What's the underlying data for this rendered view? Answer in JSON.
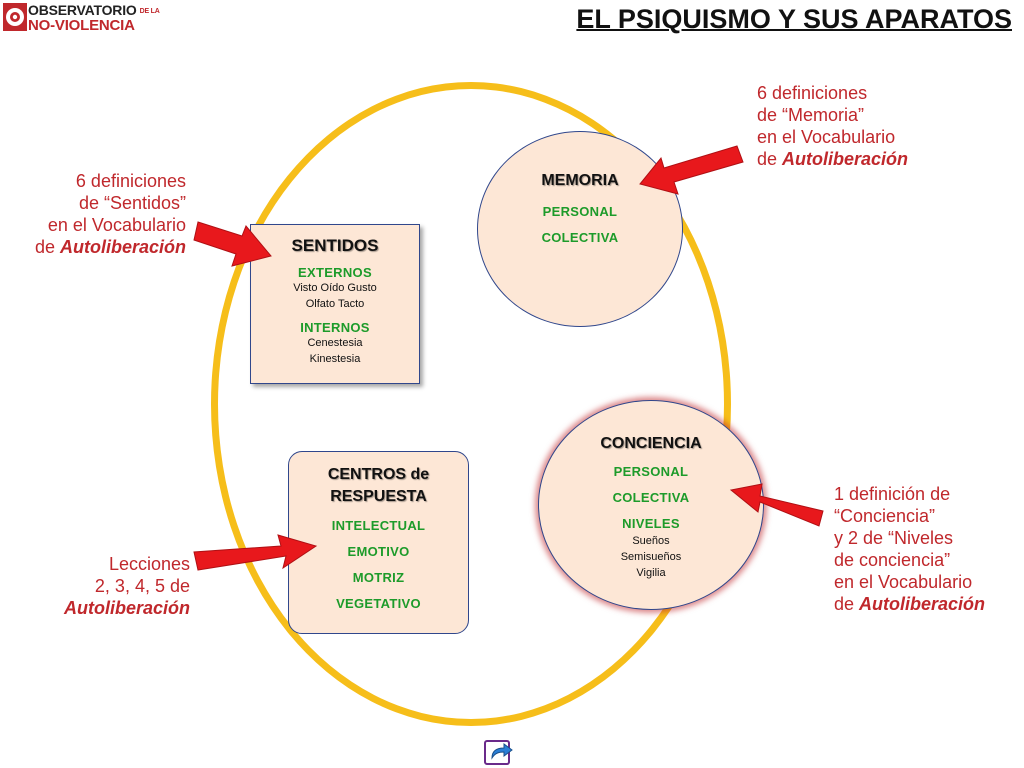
{
  "logo": {
    "line1": "OBSERVATORIO",
    "line1_small": "DE LA",
    "line2": "NO-VIOLENCIA"
  },
  "title": "EL PSIQUISMO Y SUS APARATOS",
  "sentidos": {
    "header": "SENTIDOS",
    "externos": "EXTERNOS",
    "externos_items_1": "Visto Oído Gusto",
    "externos_items_2": "Olfato Tacto",
    "internos": "INTERNOS",
    "internos_items_1": "Cenestesia",
    "internos_items_2": "Kinestesia"
  },
  "memoria": {
    "header": "MEMORIA",
    "item1": "PERSONAL",
    "item2": "COLECTIVA"
  },
  "centros": {
    "header_line1": "CENTROS de",
    "header_line2": "RESPUESTA",
    "items": [
      "INTELECTUAL",
      "EMOTIVO",
      "MOTRIZ",
      "VEGETATIVO"
    ]
  },
  "conciencia": {
    "header": "CONCIENCIA",
    "item1": "PERSONAL",
    "item2": "COLECTIVA",
    "item3": "NIVELES",
    "levels": [
      "Sueños",
      "Semisueños",
      "Vigilia"
    ]
  },
  "notes": {
    "sentidos": {
      "l1": "6 definiciones",
      "l2": "de “Sentidos”",
      "l3": "en el Vocabulario",
      "l4_pre": "de ",
      "l4_em": "Autoliberación"
    },
    "memoria": {
      "l1": "6 definiciones",
      "l2": "de “Memoria”",
      "l3": "en el Vocabulario",
      "l4_pre": "de ",
      "l4_em": "Autoliberación"
    },
    "centros": {
      "l1": "Lecciones",
      "l2": "2, 3, 4, 5 de",
      "l3_em": "Autoliberación"
    },
    "conciencia": {
      "l1": "1 definición de",
      "l2": "“Conciencia”",
      "l3": "y 2 de “Niveles",
      "l4": "de conciencia”",
      "l5": "en el Vocabulario",
      "l6_pre": "de ",
      "l6_em": "Autoliberación"
    }
  },
  "colors": {
    "ring": "#f6be1a",
    "box_fill": "#fde7d6",
    "border": "#30478c",
    "arrow": "#e8181c",
    "green": "#1d9b2a",
    "red_text": "#c0282c"
  },
  "icons": [
    "logo-mark",
    "arrow-right",
    "arrow-left",
    "return-icon"
  ]
}
